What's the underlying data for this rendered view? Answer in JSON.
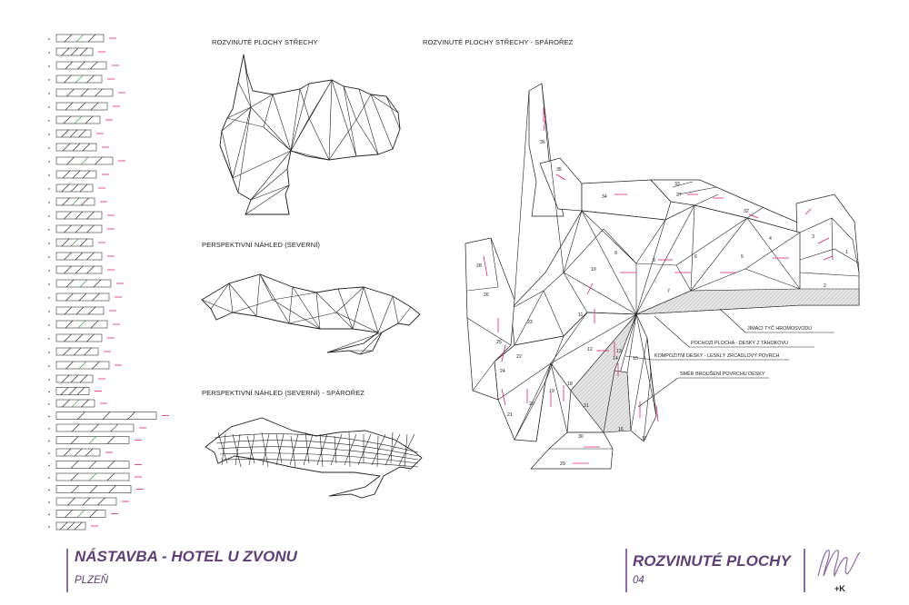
{
  "colors": {
    "arrow": "#e0245e",
    "accent": "#5f3f78",
    "bar": "#8e6aa6",
    "green": "#2c9a3a"
  },
  "headings": {
    "unfolded": "ROZVINUTÉ PLOCHY STŘECHY",
    "unfolded_joints": "ROZVINUTÉ PLOCHY STŘECHY - SPÁROŘEZ",
    "perspective": "PERSPEKTIVNÍ NÁHLED  (SEVERNÍ)",
    "perspective_joints": "PERSPEKTIVNÍ NÁHLED  (SEVERNÍ) - SPÁROŘEZ"
  },
  "callouts": [
    "JÍMACÍ TYČ HROMOSVODU",
    "POCHOZÍ PLOCHA  -  DESKY Z TAHOKOVU",
    "KOMPOZITNÍ DESKY  -  LESKLÝ ZRCADLOVÝ POVRCH",
    "SMĚR BROUŠENÍ POVRCHU DESKY"
  ],
  "panel_numbers": [
    "1",
    "2",
    "3",
    "4",
    "5",
    "6",
    "7",
    "8",
    "9",
    "10",
    "11",
    "12",
    "13",
    "14",
    "15",
    "16",
    "17",
    "18",
    "19",
    "20",
    "21",
    "22",
    "23",
    "24",
    "25",
    "26",
    "27",
    "28",
    "29",
    "30",
    "31",
    "32",
    "33",
    "34",
    "35",
    "36"
  ],
  "title_block": {
    "project": "NÁSTAVBA - HOTEL U ZVONU",
    "city": "PLZEŇ",
    "sheet_title": "ROZVINUTÉ PLOCHY",
    "sheet_number": "04",
    "logo": "+K"
  }
}
